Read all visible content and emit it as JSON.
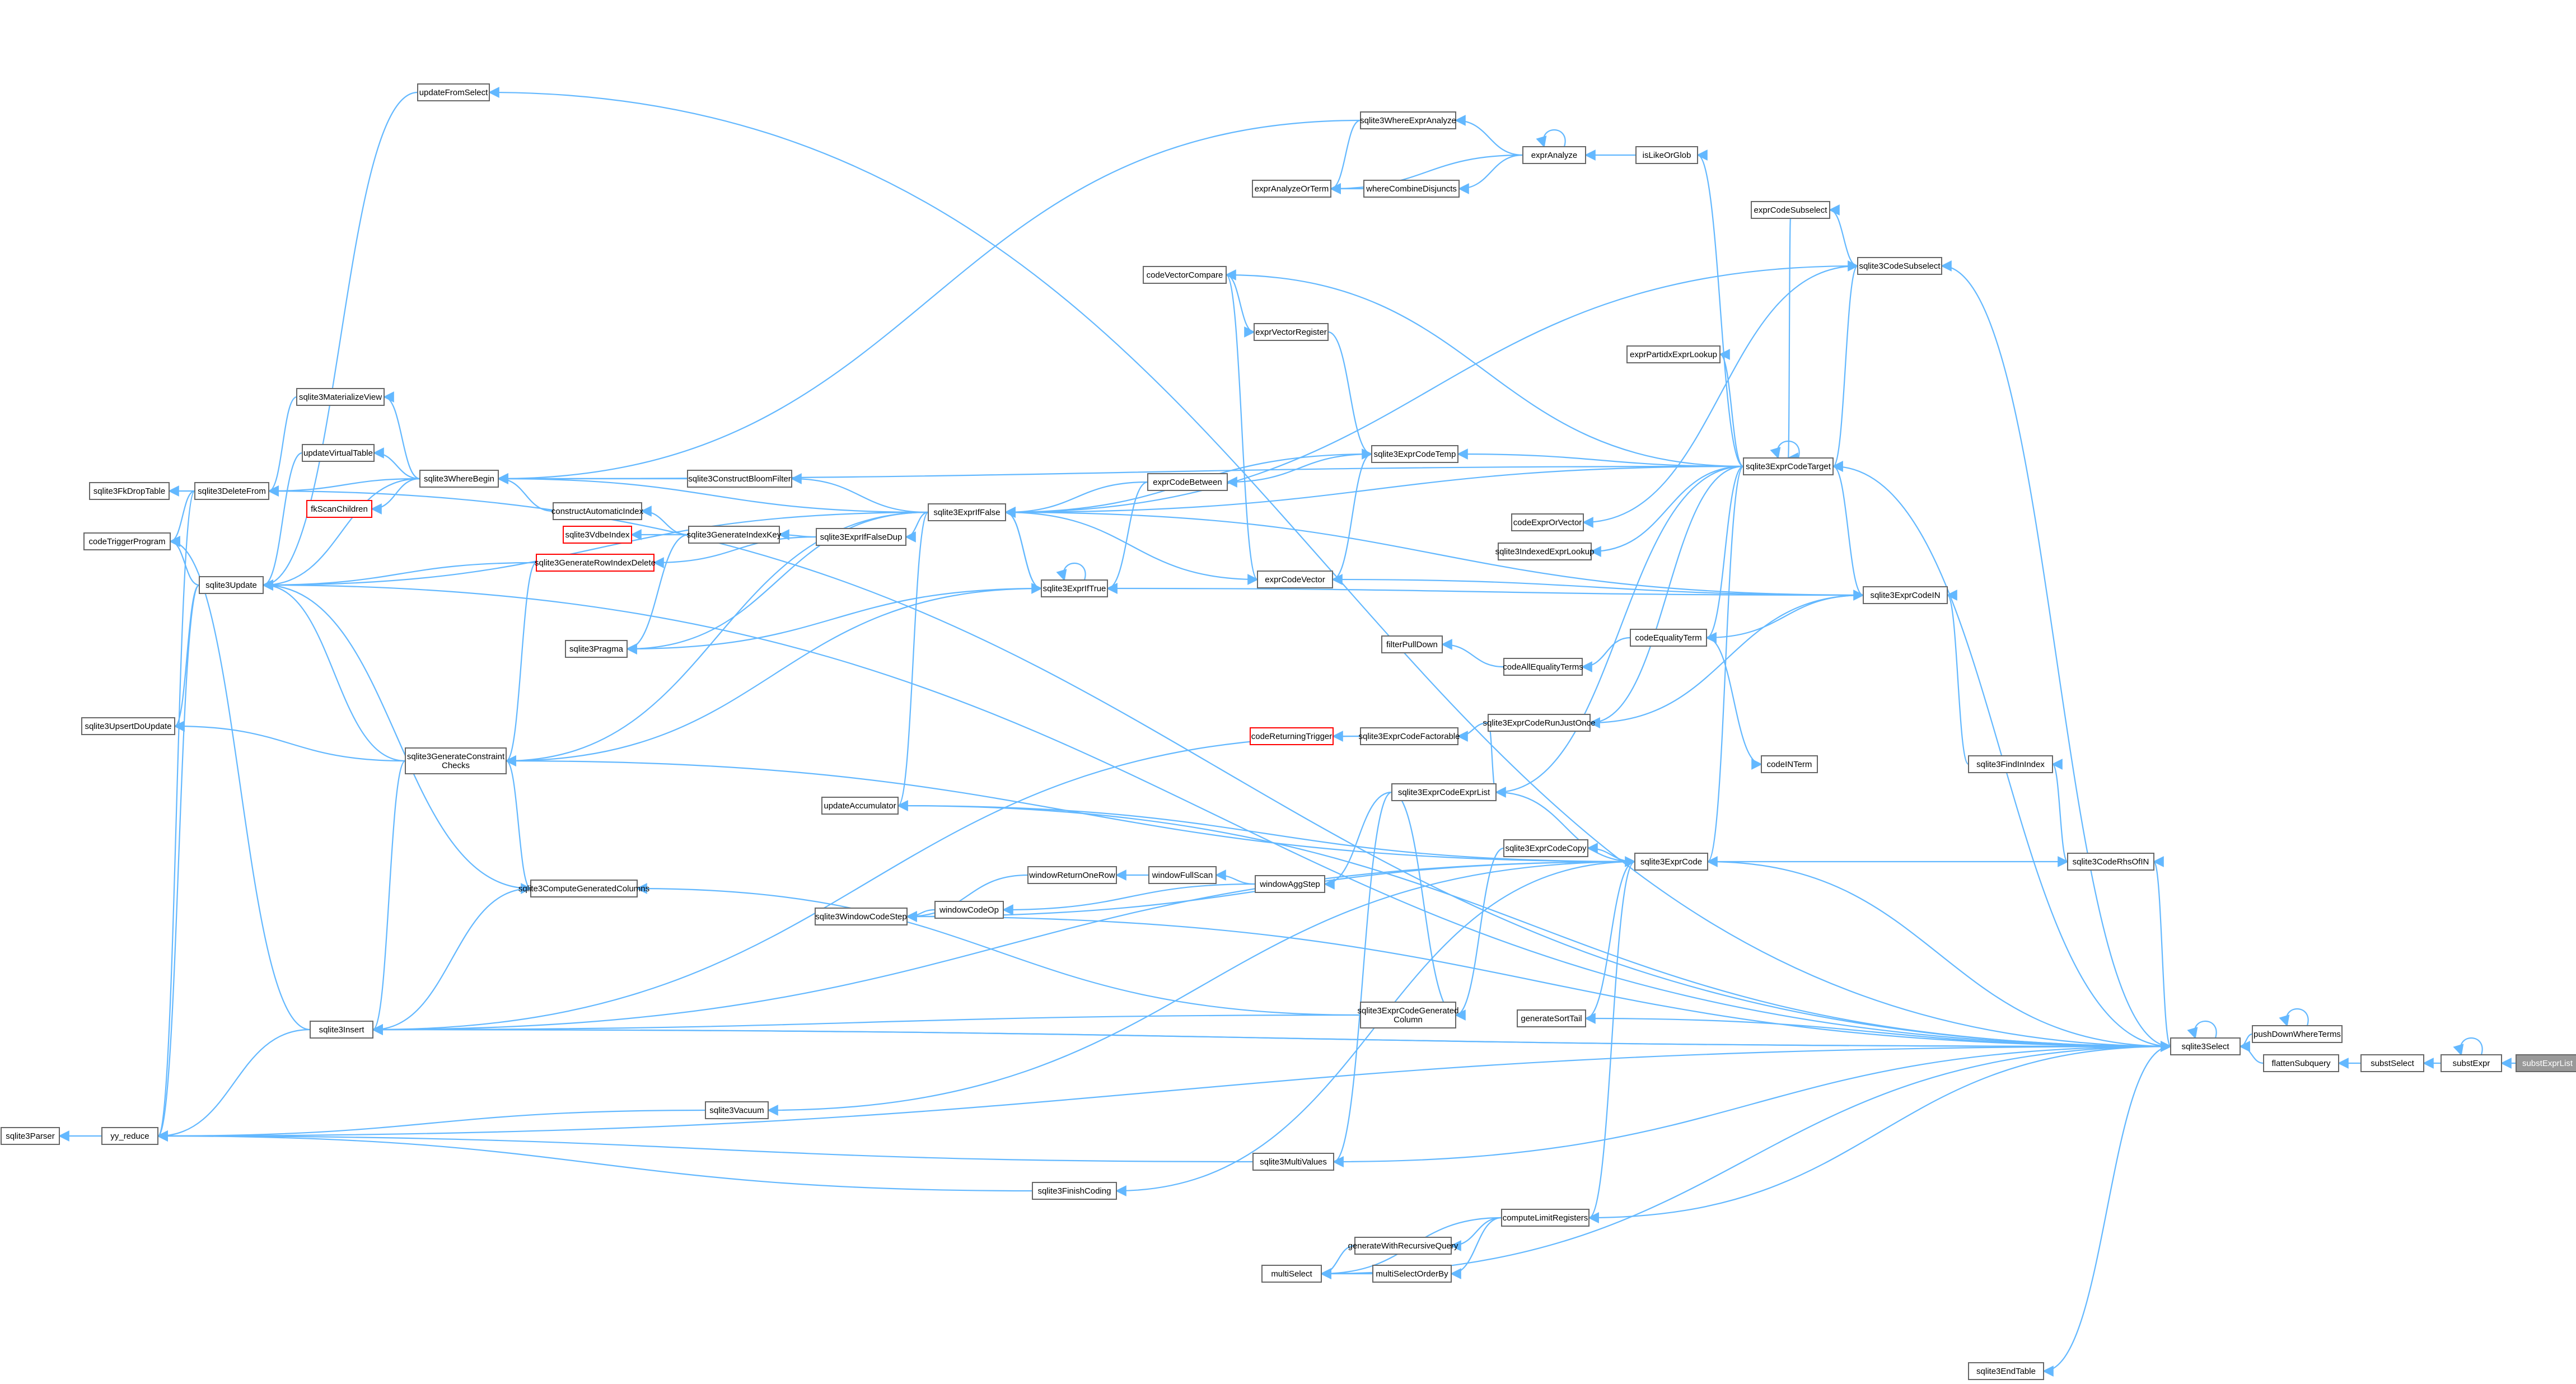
{
  "graph": {
    "title": "",
    "colors": {
      "edge": "#63b8ff",
      "node_border": "#666666",
      "node_border_highlight": "#ff0000",
      "root_fill": "#999999",
      "background": "#ffffff"
    },
    "nodes": [
      {
        "id": "n1",
        "label": "substExprList",
        "kind": "root"
      },
      {
        "id": "n2",
        "label": "substExpr"
      },
      {
        "id": "n3",
        "label": "substSelect"
      },
      {
        "id": "n4",
        "label": "flattenSubquery"
      },
      {
        "id": "n5",
        "label": "pushDownWhereTerms"
      },
      {
        "id": "n6",
        "label": "sqlite3Select"
      },
      {
        "id": "n7",
        "label": "sqlite3EndTable"
      },
      {
        "id": "n8",
        "label": "sqlite3CodeRhsOfIN"
      },
      {
        "id": "n9",
        "label": "sqlite3FindInIndex"
      },
      {
        "id": "n10",
        "label": "sqlite3ExprCodeIN"
      },
      {
        "id": "n11",
        "label": "sqlite3CodeSubselect"
      },
      {
        "id": "n12",
        "label": "exprCodeSubselect"
      },
      {
        "id": "n13",
        "label": "sqlite3ExprCodeTarget"
      },
      {
        "id": "n14",
        "label": "exprPartidxExprLookup"
      },
      {
        "id": "n15",
        "label": "isLikeOrGlob"
      },
      {
        "id": "n16",
        "label": "exprAnalyze"
      },
      {
        "id": "n17",
        "label": "sqlite3WhereExprAnalyze"
      },
      {
        "id": "n18",
        "label": "exprAnalyzeOrTerm"
      },
      {
        "id": "n19",
        "label": "whereCombineDisjuncts"
      },
      {
        "id": "n20",
        "label": "codeVectorCompare"
      },
      {
        "id": "n21",
        "label": "exprVectorRegister"
      },
      {
        "id": "n22",
        "label": "sqlite3ExprCodeTemp"
      },
      {
        "id": "n23",
        "label": "exprCodeBetween"
      },
      {
        "id": "n24",
        "label": "exprCodeVector"
      },
      {
        "id": "n25",
        "label": "codeExprOrVector"
      },
      {
        "id": "n26",
        "label": "sqlite3IndexedExprLookup"
      },
      {
        "id": "n27",
        "label": "codeEqualityTerm"
      },
      {
        "id": "n28",
        "label": "filterPullDown"
      },
      {
        "id": "n29",
        "label": "codeAllEqualityTerms"
      },
      {
        "id": "n30",
        "label": "codeINTerm"
      },
      {
        "id": "n31",
        "label": "sqlite3ExprCodeRunJustOnce"
      },
      {
        "id": "n32",
        "label": "codeReturningTrigger",
        "kind": "red"
      },
      {
        "id": "n33",
        "label": "sqlite3ExprCodeFactorable"
      },
      {
        "id": "n34",
        "label": "sqlite3ExprCodeExprList"
      },
      {
        "id": "n35",
        "label": "sqlite3ExprCodeCopy"
      },
      {
        "id": "n36",
        "label": "sqlite3ExprCode"
      },
      {
        "id": "n37",
        "label": "generateSortTail"
      },
      {
        "id": "n38",
        "label": "sqlite3ExprCodeGenerated\nColumn"
      },
      {
        "id": "n39",
        "label": "windowAggStep"
      },
      {
        "id": "n40",
        "label": "windowFullScan"
      },
      {
        "id": "n41",
        "label": "windowReturnOneRow"
      },
      {
        "id": "n42",
        "label": "windowCodeOp"
      },
      {
        "id": "n43",
        "label": "sqlite3WindowCodeStep"
      },
      {
        "id": "n44",
        "label": "updateAccumulator"
      },
      {
        "id": "n45",
        "label": "sqlite3ExprIfFalse"
      },
      {
        "id": "n46",
        "label": "sqlite3ExprIfTrue"
      },
      {
        "id": "n47",
        "label": "sqlite3ExprIfFalseDup"
      },
      {
        "id": "n48",
        "label": "sqlite3ConstructBloomFilter"
      },
      {
        "id": "n49",
        "label": "sqlite3GenerateIndexKey"
      },
      {
        "id": "n50",
        "label": "sqlite3VdbeIndex",
        "kind": "red"
      },
      {
        "id": "n51",
        "label": "constructAutomaticIndex"
      },
      {
        "id": "n52",
        "label": "sqlite3GenerateRowIndexDelete",
        "kind": "red"
      },
      {
        "id": "n53",
        "label": "sqlite3Pragma"
      },
      {
        "id": "n54",
        "label": "sqlite3GenerateConstraint\nChecks"
      },
      {
        "id": "n55",
        "label": "sqlite3ComputeGeneratedColumns"
      },
      {
        "id": "n56",
        "label": "sqlite3WhereBegin"
      },
      {
        "id": "n57",
        "label": "updateVirtualTable"
      },
      {
        "id": "n58",
        "label": "fkScanChildren",
        "kind": "red"
      },
      {
        "id": "n59",
        "label": "sqlite3MaterializeView"
      },
      {
        "id": "n60",
        "label": "updateFromSelect"
      },
      {
        "id": "n61",
        "label": "sqlite3DeleteFrom"
      },
      {
        "id": "n62",
        "label": "sqlite3FkDropTable"
      },
      {
        "id": "n63",
        "label": "codeTriggerProgram"
      },
      {
        "id": "n64",
        "label": "sqlite3Update"
      },
      {
        "id": "n65",
        "label": "sqlite3UpsertDoUpdate"
      },
      {
        "id": "n66",
        "label": "sqlite3Insert"
      },
      {
        "id": "n67",
        "label": "yy_reduce"
      },
      {
        "id": "n68",
        "label": "sqlite3Parser"
      },
      {
        "id": "n69",
        "label": "sqlite3Vacuum"
      },
      {
        "id": "n70",
        "label": "sqlite3MultiValues"
      },
      {
        "id": "n71",
        "label": "sqlite3FinishCoding"
      },
      {
        "id": "n72",
        "label": "computeLimitRegisters"
      },
      {
        "id": "n73",
        "label": "generateWithRecursiveQuery"
      },
      {
        "id": "n74",
        "label": "multiSelectOrderBy"
      },
      {
        "id": "n75",
        "label": "multiSelect"
      }
    ]
  }
}
